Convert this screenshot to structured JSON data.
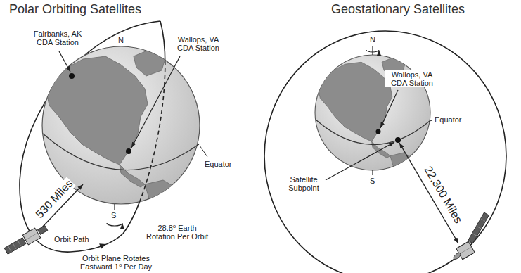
{
  "diagram": {
    "labels": [
      "Polar Orbiting Satellites",
      "Geostationary Satellites",
      "Fairbanks, AK CDA Station",
      "N",
      "Wallops, VA CDA Station",
      "N",
      "Wallops, VA CDA Station",
      "530 Miles",
      "Equator",
      "Equator",
      "Satellite Subpoint",
      "S",
      "22,300 Miles",
      "28.8⁰ Earth Rotation Per Orbit",
      "S",
      "Orbit Path",
      "Orbit Plane Rotates Eastward 1⁰ Per Day"
    ]
  }
}
